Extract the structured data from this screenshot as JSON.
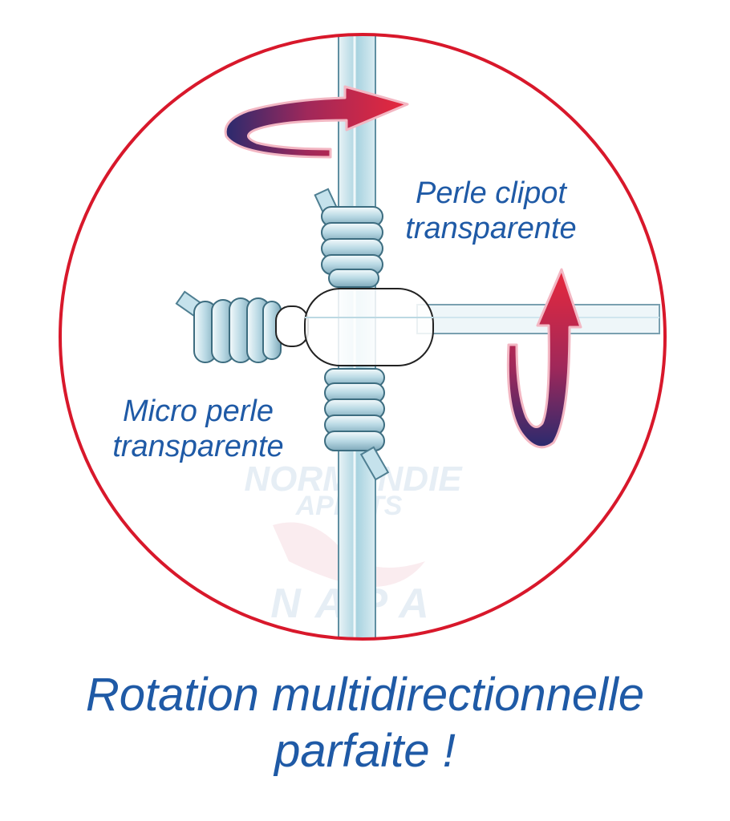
{
  "labels": {
    "clipot_line1": "Perle clipot",
    "clipot_line2": "transparente",
    "micro_line1": "Micro perle",
    "micro_line2": "transparente"
  },
  "caption": {
    "line1": "Rotation multidirectionnelle",
    "line2": "parfaite !"
  },
  "watermark": {
    "line1": "NORMANDIE",
    "line2": "APPATS",
    "line3": "NAPA"
  },
  "colors": {
    "circle": "#d8182b",
    "text": "#1f5aa6",
    "arrow_red": "#e0223a",
    "arrow_navy": "#1f2a6b",
    "line": "#bfe0ea"
  }
}
